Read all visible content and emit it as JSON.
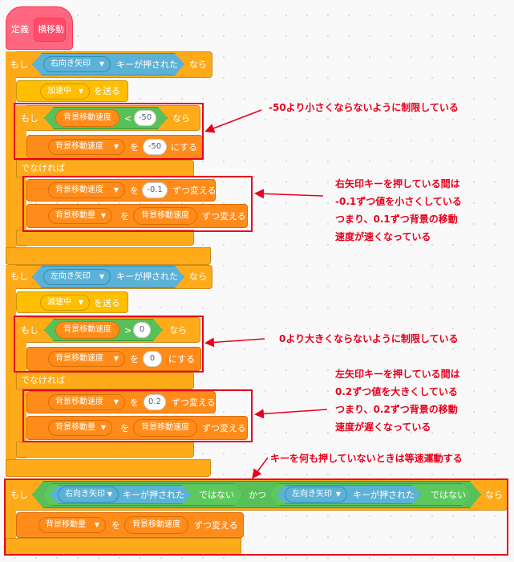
{
  "definition": {
    "prefix": "定義",
    "name": "横移動"
  },
  "labels": {
    "if": "もし",
    "then": "なら",
    "else": "でなければ",
    "key_pressed": "キーが押された",
    "broadcast": "を送る",
    "set_to": "にする",
    "wo": "を",
    "change_by": "ずつ変える",
    "not": "ではない",
    "and": "かつ"
  },
  "block1": {
    "key": "右向き矢印",
    "message": "加速中",
    "cond_var": "背景移動速度",
    "cond_op": "<",
    "cond_value": "-50",
    "set_var": "背景移動速度",
    "set_value": "-50",
    "else_change_var": "背景移動速度",
    "else_change_value": "-0.1",
    "move_var": "背景移動量",
    "move_reporter": "背景移動速度"
  },
  "block2": {
    "key": "左向き矢印",
    "message": "減速中",
    "cond_var": "背景移動速度",
    "cond_op": ">",
    "cond_value": "0",
    "set_var": "背景移動速度",
    "set_value": "0",
    "else_change_var": "背景移動速度",
    "else_change_value": "0.2",
    "move_var": "背景移動量",
    "move_reporter": "背景移動速度"
  },
  "block3": {
    "key1": "右向き矢印",
    "key2": "左向き矢印",
    "move_var": "背景移動量",
    "move_reporter": "背景移動速度"
  },
  "annotations": {
    "a1": "-50より小さくならないように制限している",
    "a2": [
      "右矢印キーを押している間は",
      "-0.1ずつ値を小さくしている",
      "つまり、0.1ずつ背景の移動",
      "速度が速くなっている"
    ],
    "a3": "0より大きくならないように制限している",
    "a4": [
      "左矢印キーを押している間は",
      "0.2ずつ値を大きくしている",
      "つまり、0.2ずつ背景の移動",
      "速度が遅くなっている"
    ],
    "a5": "キーを何も押していないときは等速運動する"
  },
  "colors": {
    "control": "#ffab19",
    "events": "#ffbf00",
    "variables": "#ff8c1a",
    "my_blocks": "#ff6680",
    "operators": "#59c059",
    "sensing": "#5cb1d6",
    "annotation": "#e8001c"
  }
}
